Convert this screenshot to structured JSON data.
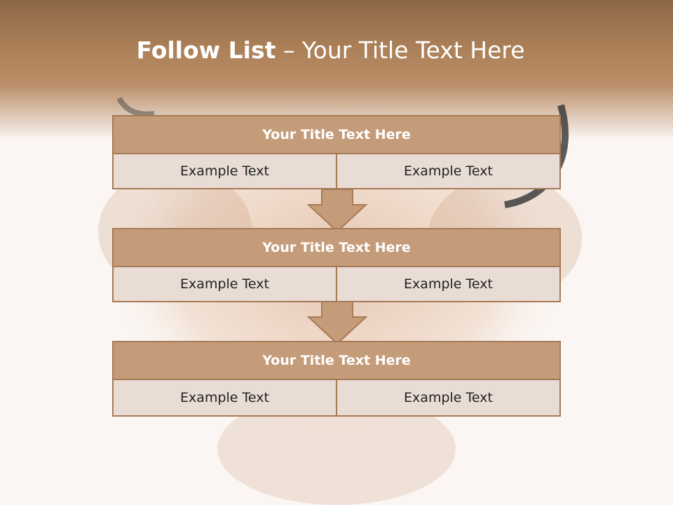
{
  "slide": {
    "title_bold": "Follow List",
    "title_rest": " – Your Title Text Here"
  },
  "steps": [
    {
      "title": "Your Title Text Here",
      "left": "Example Text",
      "right": "Example Text"
    },
    {
      "title": "Your Title Text Here",
      "left": "Example Text",
      "right": "Example Text"
    },
    {
      "title": "Your Title Text Here",
      "left": "Example Text",
      "right": "Example Text"
    }
  ],
  "colors": {
    "banner": "#ac8058",
    "title_bar": "#c59c7a",
    "border": "#a77a56",
    "cell": "#e9dcd5"
  }
}
